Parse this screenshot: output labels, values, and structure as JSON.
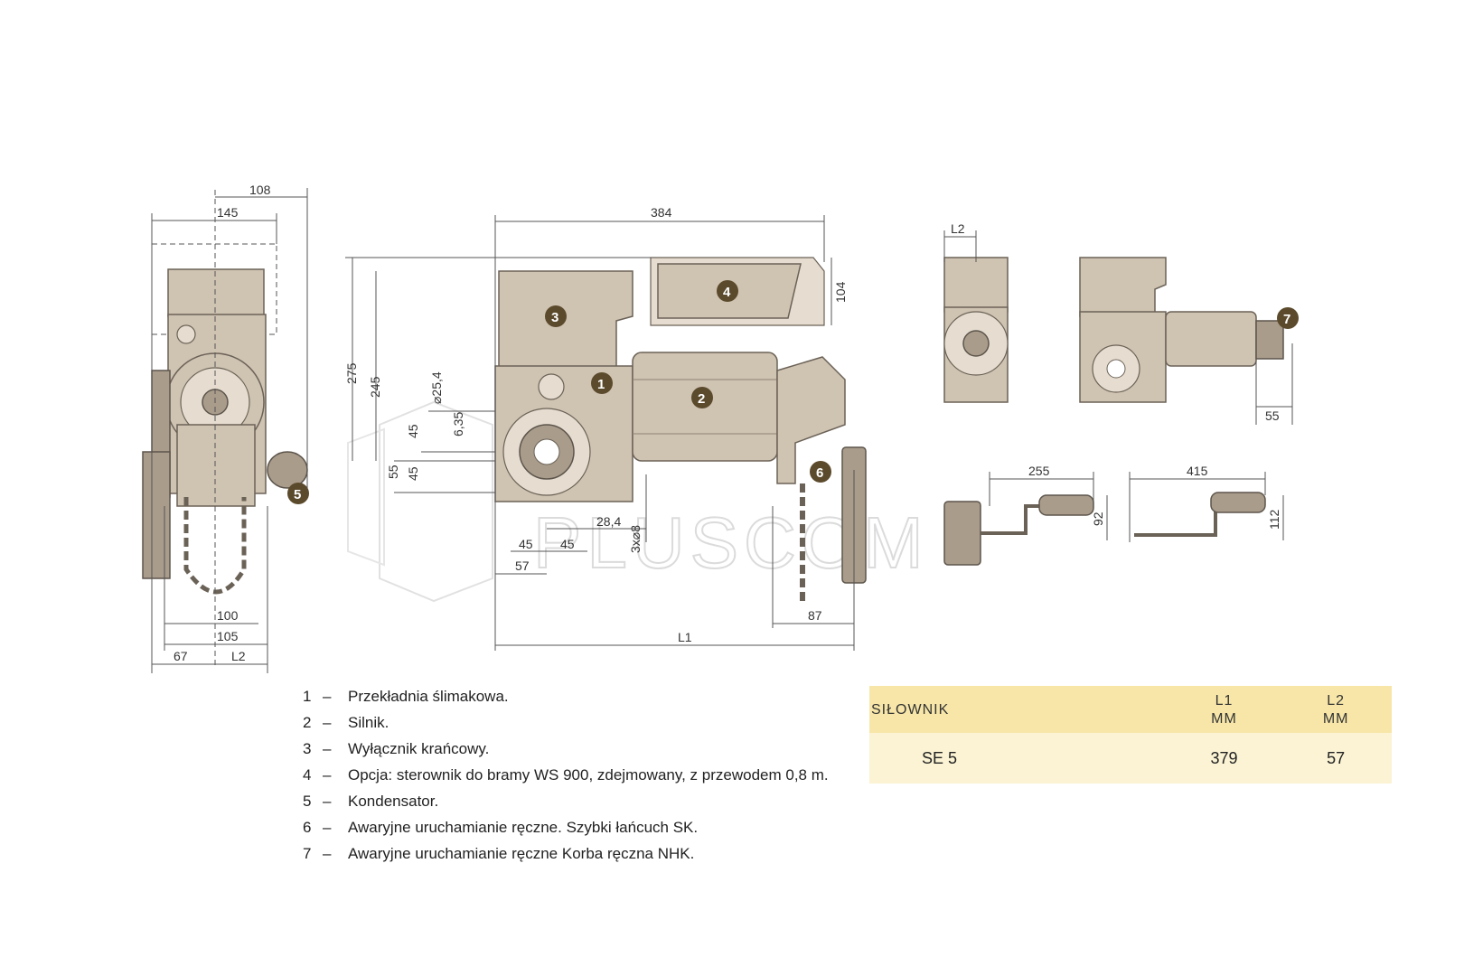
{
  "watermark": "PLUSCOM",
  "dimensions": {
    "d108": "108",
    "d145": "145",
    "d384": "384",
    "d104": "104",
    "d275": "275",
    "d245": "245",
    "d25_4": "⌀25,4",
    "d6_35": "6,35",
    "d45a": "45",
    "d45b": "45",
    "d55v": "55",
    "d28_4": "28,4",
    "d45c": "45",
    "d45d": "45",
    "d3x8": "3x⌀8",
    "d57": "57",
    "d100": "100",
    "d105": "105",
    "d67": "67",
    "dL2a": "L2",
    "d87": "87",
    "dL1": "L1",
    "dL2b": "L2",
    "d55h": "55",
    "d255": "255",
    "d92": "92",
    "d415": "415",
    "d112": "112"
  },
  "badges": [
    "1",
    "2",
    "3",
    "4",
    "5",
    "6",
    "7"
  ],
  "legend": [
    {
      "num": "1",
      "dash": "–",
      "text": "Przekładnia ślimakowa."
    },
    {
      "num": "2",
      "dash": "–",
      "text": "Silnik."
    },
    {
      "num": "3",
      "dash": "–",
      "text": "Wyłącznik krańcowy."
    },
    {
      "num": "4",
      "dash": "–",
      "text": "Opcja:  sterownik do bramy WS 900, zdejmowany, z przewodem 0,8 m."
    },
    {
      "num": "5",
      "dash": "–",
      "text": "Kondensator."
    },
    {
      "num": "6",
      "dash": "–",
      "text": "Awaryjne uruchamianie ręczne. Szybki łańcuch SK."
    },
    {
      "num": "7",
      "dash": "–",
      "text": "Awaryjne uruchamianie ręczne Korba ręczna NHK."
    }
  ],
  "table": {
    "headers": [
      {
        "line1": "SIŁOWNIK",
        "line2": ""
      },
      {
        "line1": "L1",
        "line2": "MM"
      },
      {
        "line1": "L2",
        "line2": "MM"
      }
    ],
    "rows": [
      {
        "model": "SE 5",
        "l1": "379",
        "l2": "57"
      }
    ]
  },
  "colors": {
    "accent_badge": "#5b4a2c",
    "table_header": "#f7e6a8",
    "table_row": "#fbf3d4",
    "part": "#cfc3b2"
  }
}
